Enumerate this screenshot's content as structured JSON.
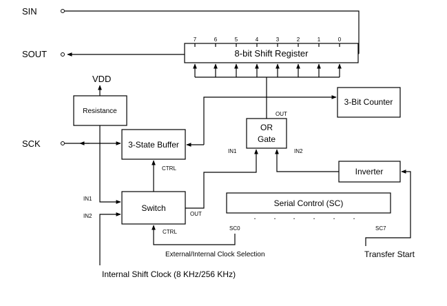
{
  "pins": {
    "sin": "SIN",
    "sout": "SOUT",
    "sck": "SCK",
    "vdd": "VDD"
  },
  "blocks": {
    "shift_register": "8-bit Shift Register",
    "resistance": "Resistance",
    "buffer": "3-State Buffer",
    "or_gate_line1": "OR",
    "or_gate_line2": "Gate",
    "counter": "3-Bit Counter",
    "inverter": "Inverter",
    "switch": "Switch",
    "serial_control": "Serial Control (SC)"
  },
  "bit_labels": [
    "7",
    "6",
    "5",
    "4",
    "3",
    "2",
    "1",
    "0"
  ],
  "sc_dots": [
    ".",
    ".",
    ".",
    ".",
    ".",
    "."
  ],
  "port_labels": {
    "or_out": "OUT",
    "or_in1": "IN1",
    "or_in2": "IN2",
    "buffer_ctrl": "CTRL",
    "switch_in1": "IN1",
    "switch_in2": "IN2",
    "switch_out": "OUT",
    "switch_ctrl": "CTRL",
    "sc0": "SC0",
    "sc7": "SC7"
  },
  "captions": {
    "clock_selection": "External/Internal Clock Selection",
    "transfer_start": "Transfer Start",
    "internal_clock": "Internal Shift Clock (8 KHz/256 KHz)"
  }
}
